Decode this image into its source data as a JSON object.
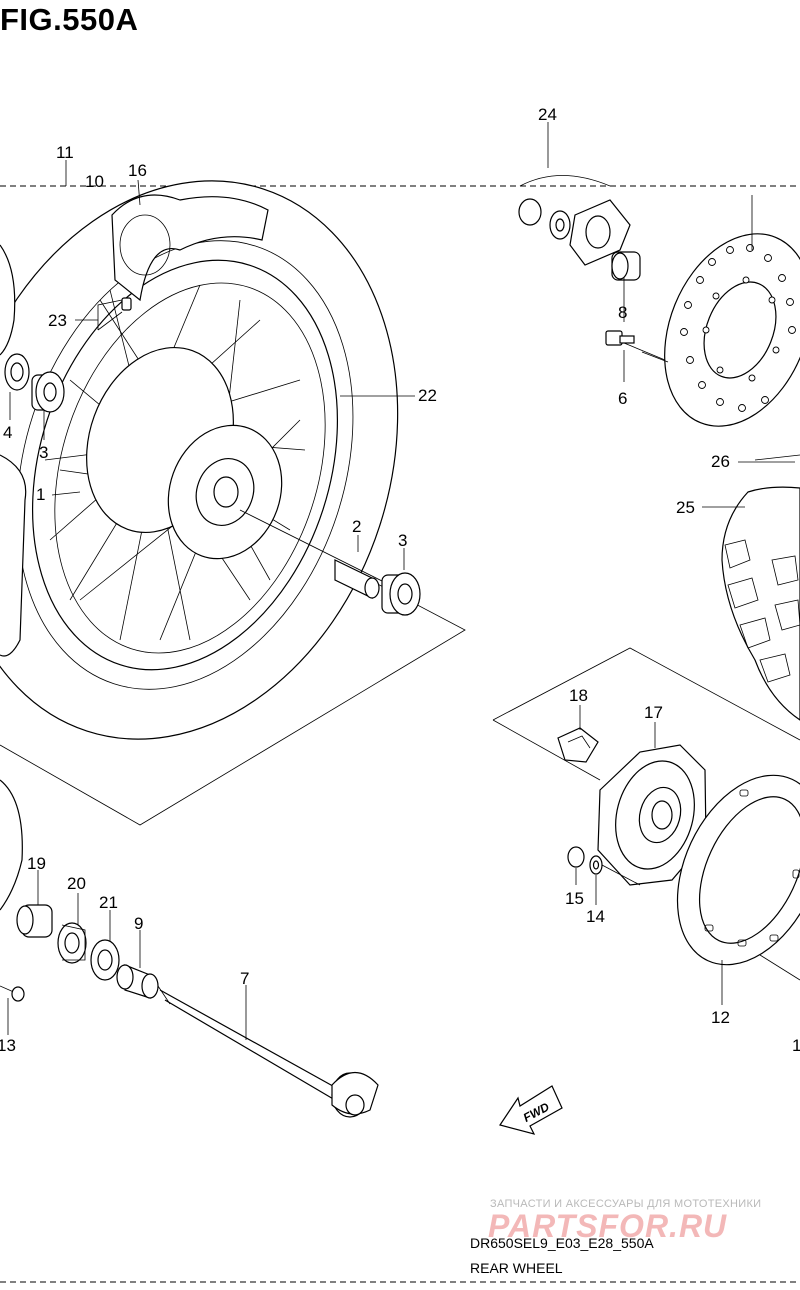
{
  "figure": {
    "title": "FIG.550A",
    "model_code": "DR650SEL9_E03_E28_550A",
    "name": "REAR WHEEL"
  },
  "watermark": {
    "caption": "ЗАПЧАСТИ И АКСЕССУАРЫ ДЛЯ МОТОТЕХНИКИ",
    "brand": "PARTSFOR.RU"
  },
  "fwd_arrow": {
    "label": "FWD"
  },
  "callouts": {
    "c1": "1",
    "c2": "2",
    "c3a": "3",
    "c3b": "3",
    "c4": "4",
    "c6": "6",
    "c7": "7",
    "c8": "8",
    "c9": "9",
    "c10": "10",
    "c11": "11",
    "c12": "12",
    "c13": "13",
    "c14": "14",
    "c15": "15",
    "c16": "16",
    "c17": "17",
    "c18": "18",
    "c19": "19",
    "c20": "20",
    "c21": "21",
    "c22": "22",
    "c23": "23",
    "c24": "24",
    "c25": "25",
    "c26": "26",
    "c1r": "1"
  }
}
